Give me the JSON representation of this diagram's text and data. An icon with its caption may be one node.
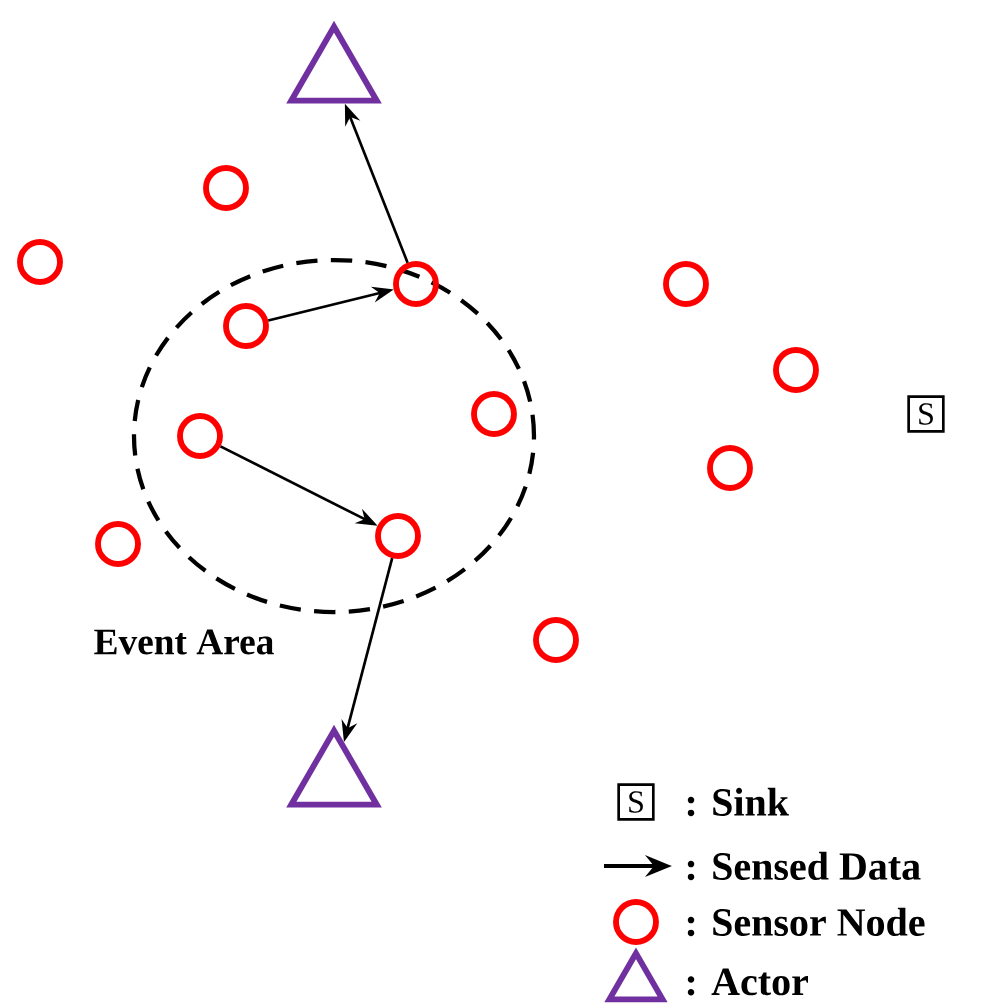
{
  "diagram": {
    "nodes": [
      {
        "text": [
          "Event Area"
        ]
      },
      {
        "text": [],
        "shape": "triangle"
      },
      {
        "text": [],
        "shape": "circle"
      },
      {
        "text": [],
        "shape": "circle"
      },
      {
        "text": [],
        "shape": "circle",
        "in": 0
      },
      {
        "text": [],
        "shape": "circle"
      },
      {
        "text": [],
        "shape": "circle",
        "in": 0
      },
      {
        "text": [],
        "shape": "circle"
      },
      {
        "text": [
          "S"
        ]
      },
      {
        "text": [],
        "shape": "circle",
        "in": 0
      },
      {
        "text": [],
        "shape": "circle",
        "in": 0
      },
      {
        "text": [],
        "shape": "circle"
      },
      {
        "text": [],
        "shape": "circle"
      },
      {
        "text": [],
        "shape": "circle",
        "in": 0
      },
      {
        "text": [],
        "shape": "circle"
      },
      {
        "text": [],
        "shape": "triangle"
      }
    ],
    "edges": [
      {
        "from": 6,
        "to": 4,
        "arrow": "to"
      },
      {
        "from": 4,
        "to": 1,
        "arrow": "to"
      },
      {
        "from": 10,
        "to": 13,
        "arrow": "to"
      },
      {
        "from": 13,
        "to": 15,
        "arrow": "to"
      }
    ],
    "labels": [
      "S"
    ],
    "legend": [
      {
        "text": ": Sink"
      },
      {
        "text": ": Sensed Data"
      },
      {
        "text": ": Sensor Node"
      },
      {
        "text": ": Actor"
      }
    ]
  }
}
